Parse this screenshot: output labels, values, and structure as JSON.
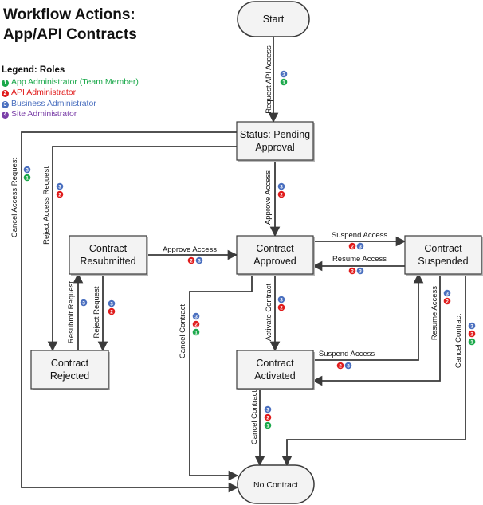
{
  "title": {
    "line1": "Workflow Actions:",
    "line2": "App/API Contracts"
  },
  "legend": {
    "title": "Legend: Roles",
    "roles": [
      {
        "num": "1",
        "label": "App Administrator (Team Member)",
        "color": "#1aa84a"
      },
      {
        "num": "2",
        "label": "API Administrator",
        "color": "#e01b1b"
      },
      {
        "num": "3",
        "label": "Business Administrator",
        "color": "#4a6fbf"
      },
      {
        "num": "4",
        "label": "Site Administrator",
        "color": "#7b3fa8"
      }
    ]
  },
  "states": [
    {
      "id": "start",
      "shape": "terminal",
      "lines": [
        "Start"
      ]
    },
    {
      "id": "pending",
      "shape": "box",
      "lines": [
        "Status: Pending",
        "Approval"
      ]
    },
    {
      "id": "resubmitted",
      "shape": "box",
      "lines": [
        "Contract",
        "Resubmitted"
      ]
    },
    {
      "id": "approved",
      "shape": "box",
      "lines": [
        "Contract",
        "Approved"
      ]
    },
    {
      "id": "suspended",
      "shape": "box",
      "lines": [
        "Contract",
        "Suspended"
      ]
    },
    {
      "id": "rejected",
      "shape": "box",
      "lines": [
        "Contract",
        "Rejected"
      ]
    },
    {
      "id": "activated",
      "shape": "box",
      "lines": [
        "Contract",
        "Activated"
      ]
    },
    {
      "id": "nocontract",
      "shape": "terminal",
      "lines": [
        "No Contract"
      ]
    }
  ],
  "transitions": [
    {
      "id": "request-api-access",
      "label": "Request API Access",
      "roles": [
        "3",
        "1"
      ]
    },
    {
      "id": "approve-access-pending",
      "label": "Approve Access",
      "roles": [
        "3",
        "2"
      ]
    },
    {
      "id": "cancel-access-request",
      "label": "Cancel Access Request",
      "roles": [
        "3",
        "1"
      ]
    },
    {
      "id": "reject-access-request",
      "label": "Reject Access Request",
      "roles": [
        "3",
        "2"
      ]
    },
    {
      "id": "approve-access-resubmitted",
      "label": "Approve Access",
      "roles": [
        "2",
        "3"
      ]
    },
    {
      "id": "suspend-access-approved",
      "label": "Suspend Access",
      "roles": [
        "2",
        "3"
      ]
    },
    {
      "id": "resume-access-approved",
      "label": "Resume Access",
      "roles": [
        "2",
        "3"
      ]
    },
    {
      "id": "resubmit-request",
      "label": "Resubmit Request",
      "roles": [
        "3"
      ]
    },
    {
      "id": "reject-request",
      "label": "Reject Request",
      "roles": [
        "3",
        "2"
      ]
    },
    {
      "id": "cancel-contract-approved",
      "label": "Cancel Contract",
      "roles": [
        "3",
        "2",
        "1"
      ]
    },
    {
      "id": "activate-contract",
      "label": "Activate Contract",
      "roles": [
        "3",
        "2"
      ]
    },
    {
      "id": "suspend-access-activated",
      "label": "Suspend Access",
      "roles": [
        "2",
        "3"
      ]
    },
    {
      "id": "resume-access-suspended",
      "label": "Resume Access",
      "roles": [
        "3",
        "2"
      ]
    },
    {
      "id": "cancel-contract-suspended",
      "label": "Cancel Contract",
      "roles": [
        "3",
        "2",
        "1"
      ]
    },
    {
      "id": "cancel-contract-activated",
      "label": "Cancel Contract",
      "roles": [
        "3",
        "2",
        "1"
      ]
    }
  ]
}
